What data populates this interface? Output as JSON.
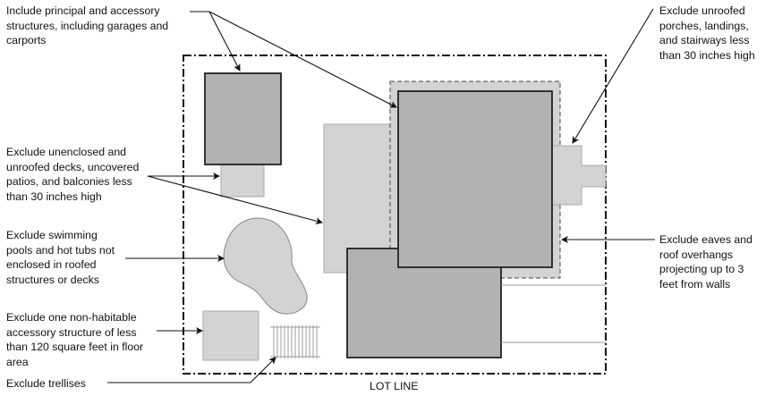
{
  "labels": {
    "principal": "Include principal and accessory\nstructures, including garages and\ncarports",
    "porches": "Exclude unroofed\nporches, landings,\nand stairways less\nthan 30 inches high",
    "decks": "Exclude unenclosed and\nunroofed decks, uncovered\npatios, and balconies less\nthan 30 inches high",
    "eaves": "Exclude eaves and\nroof overhangs\nprojecting up to 3\nfeet from walls",
    "pools": "Exclude swimming\npools and hot tubs not\nenclosed in roofed\nstructures or decks",
    "shed": "Exclude one non-habitable\naccessory structure of less\nthan 120 square feet in floor\narea",
    "trellis": "Exclude trellises",
    "lot_line": "LOT LINE"
  },
  "colors": {
    "structure": "#b2b2b2",
    "excluded": "#d3d3d3",
    "outline": "#222222"
  }
}
